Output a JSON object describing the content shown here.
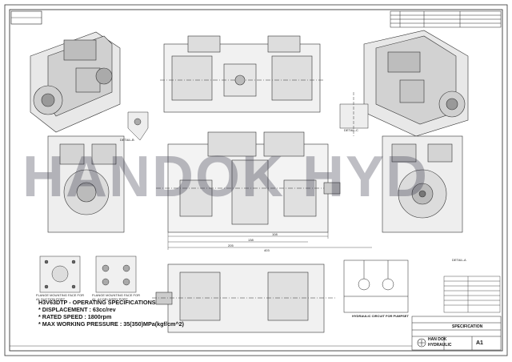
{
  "watermark": "HANDOK HYD",
  "specs": {
    "title": "H3V63DTP - OPERATING SPECIFICATIONS",
    "displacement": "* DISPLACEMENT : 63cc/rev",
    "speed": "* RATED SPEED : 1800rpm",
    "pressure": "* MAX WORKING PRESSURE : 35(350)MPa(kgf/cm^2)"
  },
  "labels": {
    "detail_a": "DETAIL-A",
    "detail_b": "DETAIL-B",
    "detail_c": "DETAIL-C",
    "flange_suction": "FLANGE MOUNTING FACE FOR A1 SUCTION PORT",
    "flange_delivery": "FLANGE MOUNTING FACE FOR A1, A2 DELIVERY PORT",
    "circuit_title": "HYDRAULIC CIRCUIT FOR PUMPSET",
    "dim_1": "108",
    "dim_2": "138",
    "dim_3": "205",
    "dim_4": "403"
  },
  "title_block": {
    "drawing_title": "SPECIFICATION",
    "company_line1": "HAN DOK",
    "company_line2": "HYDRAULIC",
    "sheet_size": "A1"
  }
}
